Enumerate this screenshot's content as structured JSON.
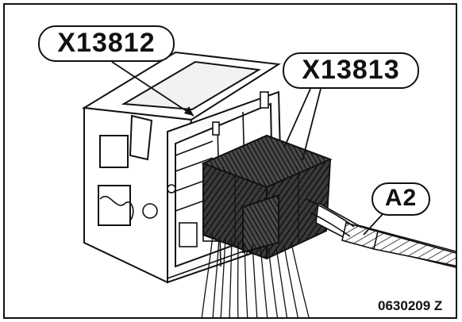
{
  "labels": {
    "connector_1": "X13812",
    "connector_2": "X13813",
    "harness": "A2",
    "figure_code": "0630209 Z"
  },
  "colors": {
    "line": "#111111",
    "background": "#ffffff",
    "connector_fill": "#2a2a2a"
  }
}
